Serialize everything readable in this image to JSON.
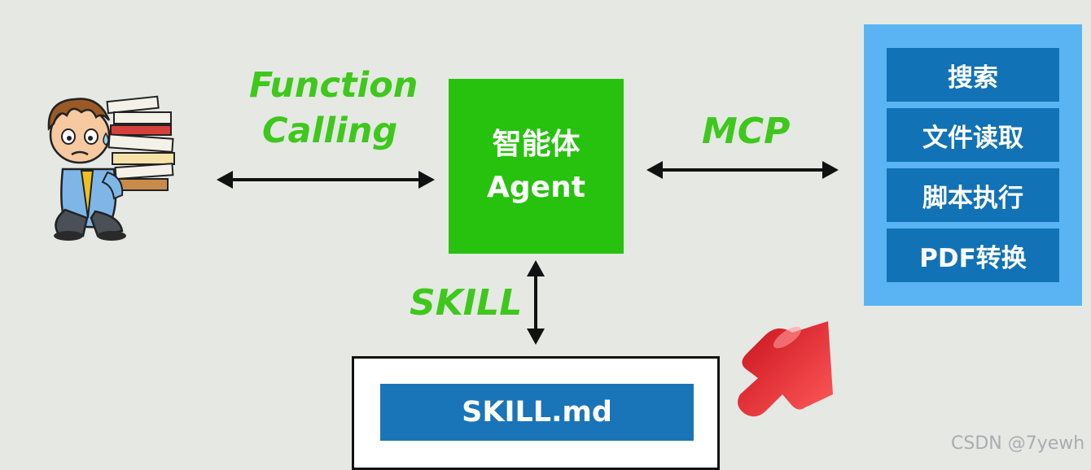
{
  "labels": {
    "function_calling_line1": "Function",
    "function_calling_line2": "Calling",
    "mcp": "MCP",
    "skill": "SKILL"
  },
  "agent": {
    "title_cn": "智能体",
    "title_en": "Agent"
  },
  "tools": [
    {
      "label": "搜索"
    },
    {
      "label": "文件读取"
    },
    {
      "label": "脚本执行"
    },
    {
      "label": "PDF转换"
    }
  ],
  "skill_doc": {
    "file": "SKILL.md"
  },
  "watermark": "CSDN @7yewh",
  "colors": {
    "background": "#e6e8e4",
    "agent": "#27c20e",
    "label_green": "#3ec81c",
    "tools_panel": "#5ab4f4",
    "tool_item": "#1272b6",
    "skill_md": "#1a75b8",
    "cursor": "#e8202a"
  },
  "icons": {
    "person": "stressed-worker-carrying-books",
    "cursor": "red-arrow-cursor"
  }
}
